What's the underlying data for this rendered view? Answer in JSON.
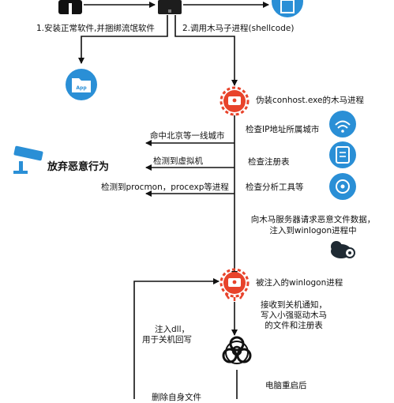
{
  "steps": {
    "step1": "1.安装正常软件,并捆绑流氓软件",
    "step2": "2.调用木马子进程(shellcode)",
    "app_icon_text": "App",
    "fake_conhost": "伪装conhost.exe的木马进程",
    "check_ip": "检查IP地址所属城市",
    "hit_city": "命中北京等一线城市",
    "check_registry": "检查注册表",
    "detect_vm": "检测到虚拟机",
    "check_tools": "检查分析工具等",
    "detect_tools": "检测到procmon，procexp等进程",
    "abandon": "放弃恶意行为",
    "request_line1": "向木马服务器请求恶意文件数据，",
    "request_line2": "注入到winlogon进程中",
    "injected_winlogon": "被注入的winlogon进程",
    "shutdown_line1": "接收到关机通知，",
    "shutdown_line2": "写入小强驱动木马",
    "shutdown_line3": "的文件和注册表",
    "inject_dll_line1": "注入dll，",
    "inject_dll_line2": "用于关机回写",
    "reboot": "电脑重启后",
    "delete_self": "删除自身文件"
  },
  "colors": {
    "trojan_red": "#e8432b",
    "icon_blue": "#2a8fd6",
    "cloud_dark": "#1f2a33",
    "line": "#111111"
  }
}
